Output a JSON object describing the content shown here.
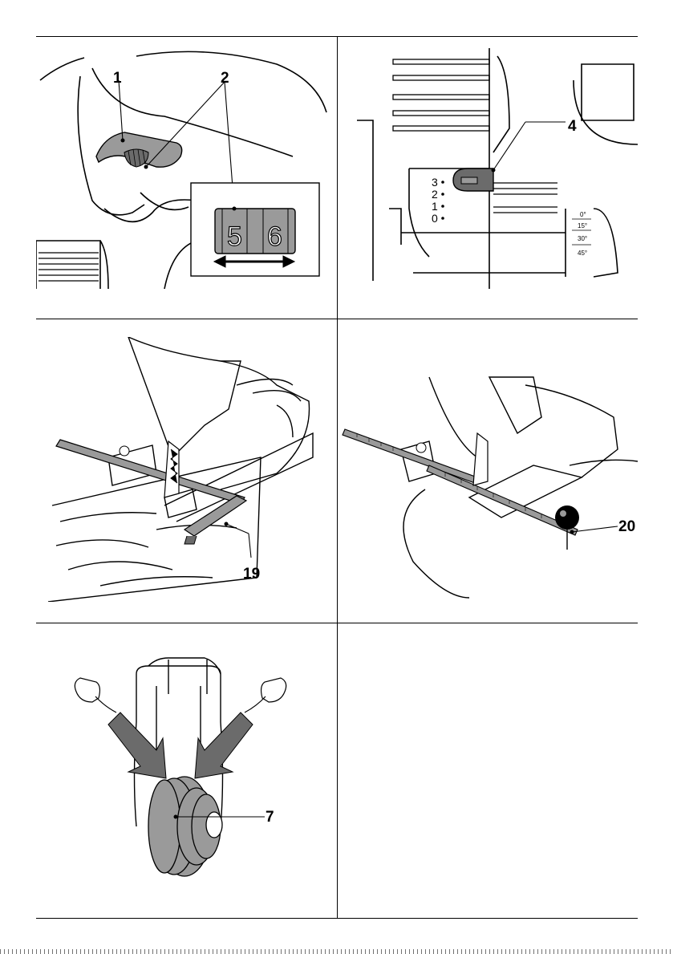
{
  "figures": [
    {
      "callouts": [
        "1",
        "2"
      ],
      "dial": [
        "5",
        "6"
      ]
    },
    {
      "callout": "4",
      "levels": [
        "3",
        "2",
        "1",
        "0"
      ],
      "angles": [
        "0°",
        "15°",
        "30°",
        "45°"
      ]
    },
    {
      "callout": "19"
    },
    {
      "callout": "20"
    },
    {
      "callout": "7"
    }
  ],
  "colors": {
    "ink": "#000000",
    "gray": "#9a9a9a",
    "dark_gray": "#6b6b6b"
  }
}
